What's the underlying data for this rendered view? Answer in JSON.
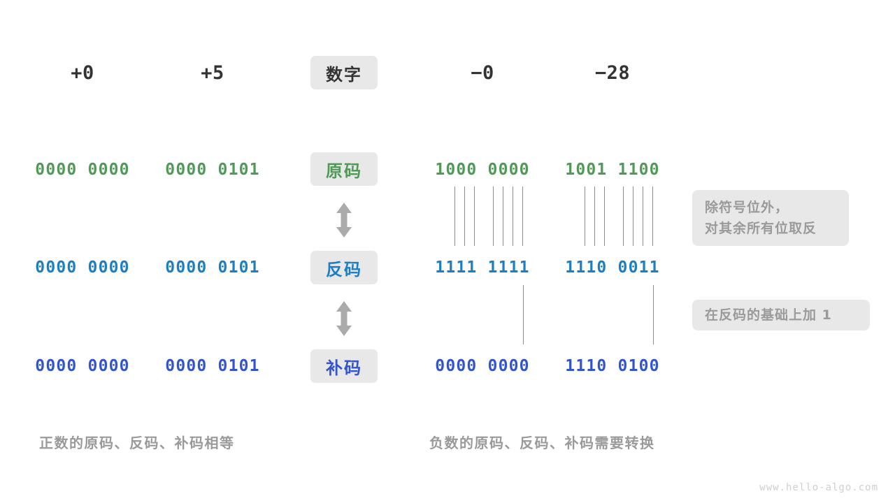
{
  "page": {
    "background": "#ffffff",
    "watermark": "www.hello-algo.com"
  },
  "colors": {
    "sign_magnitude": "#4E9A56",
    "ones_complement": "#1C7FC4",
    "twos_complement": "#3355CC",
    "neutral_text": "#333333",
    "muted_text": "#9A9A9A",
    "chip_background": "#E8E8E8",
    "line": "#8C8C8C"
  },
  "header": {
    "row_label": "数字",
    "columns": [
      {
        "name": "plus-zero",
        "value": "+0"
      },
      {
        "name": "plus-five",
        "value": "+5"
      },
      {
        "name": "minus-zero",
        "value": "−0"
      },
      {
        "name": "minus-28",
        "value": "−28"
      }
    ]
  },
  "rows": [
    {
      "key": "sign_magnitude",
      "label": "原码",
      "color": "green",
      "values": [
        "0000 0000",
        "0000 0101",
        "1000 0000",
        "1001 1100"
      ]
    },
    {
      "key": "ones_complement",
      "label": "反码",
      "color": "blue",
      "values": [
        "0000 0000",
        "0000 0101",
        "1111 1111",
        "1110 0011"
      ]
    },
    {
      "key": "twos_complement",
      "label": "补码",
      "color": "indigo",
      "values": [
        "0000 0000",
        "0000 0101",
        "0000 0000",
        "1110 0100"
      ]
    }
  ],
  "arrows": [
    {
      "name": "arrow-sign-to-ones",
      "glyph": "double-vertical-arrow"
    },
    {
      "name": "arrow-ones-to-twos",
      "glyph": "double-vertical-arrow"
    }
  ],
  "notes": [
    {
      "name": "note-invert-bits",
      "lines": [
        "除符号位外，",
        "对其余所有位取反"
      ]
    },
    {
      "name": "note-add-one",
      "lines": [
        "在反码的基础上加 1"
      ]
    }
  ],
  "captions": {
    "left": "正数的原码、反码、补码相等",
    "right": "负数的原码、反码、补码需要转换"
  }
}
